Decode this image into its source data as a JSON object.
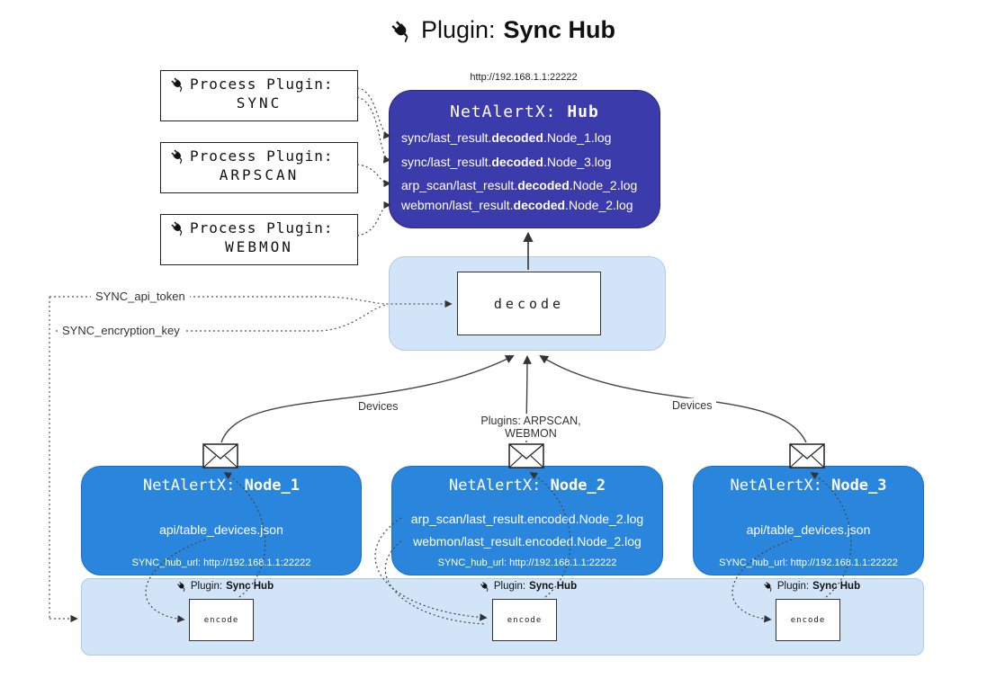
{
  "title": {
    "label": "Plugin:",
    "name": "Sync Hub"
  },
  "plugin_boxes": [
    {
      "label": "Process Plugin:",
      "name": "SYNC"
    },
    {
      "label": "Process Plugin:",
      "name": "ARPSCAN"
    },
    {
      "label": "Process Plugin:",
      "name": "WEBMON"
    }
  ],
  "hub": {
    "url": "http://192.168.1.1:22222",
    "title": "NetAlertX:",
    "name": "Hub",
    "logs": [
      {
        "pre": "sync/last_result.",
        "bold": "decoded",
        "post": ".Node_1.log"
      },
      {
        "pre": "sync/last_result.",
        "bold": "decoded",
        "post": ".Node_3.log"
      },
      {
        "pre": "arp_scan/last_result.",
        "bold": "decoded",
        "post": ".Node_2.log"
      },
      {
        "pre": "webmon/last_result.",
        "bold": "decoded",
        "post": ".Node_2.log"
      }
    ]
  },
  "decode_label": "decode",
  "config": {
    "api_token": "SYNC_api_token",
    "encryption_key": "SYNC_encryption_key"
  },
  "edge_labels": {
    "left": "Devices",
    "center": "Plugins: ARPSCAN, WEBMON",
    "right": "Devices"
  },
  "nodes": [
    {
      "title": "NetAlertX:",
      "name": "Node_1",
      "lines": [
        "api/table_devices.json"
      ],
      "footer": "SYNC_hub_url: http://192.168.1.1:22222"
    },
    {
      "title": "NetAlertX:",
      "name": "Node_2",
      "lines": [
        "arp_scan/last_result.encoded.Node_2.log",
        "webmon/last_result.encoded.Node_2.log"
      ],
      "footer": "SYNC_hub_url: http://192.168.1.1:22222"
    },
    {
      "title": "NetAlertX:",
      "name": "Node_3",
      "lines": [
        "api/table_devices.json"
      ],
      "footer": "SYNC_hub_url: http://192.168.1.1:22222"
    }
  ],
  "encode": {
    "plugin_label": "Plugin:",
    "plugin_name": "Sync Hub",
    "box_label": "encode"
  },
  "colors": {
    "hub_bg": "#3c3bab",
    "node_bg": "#2a86dc",
    "panel_bg": "#d2e5f8",
    "panel_border": "#aecbe8"
  }
}
